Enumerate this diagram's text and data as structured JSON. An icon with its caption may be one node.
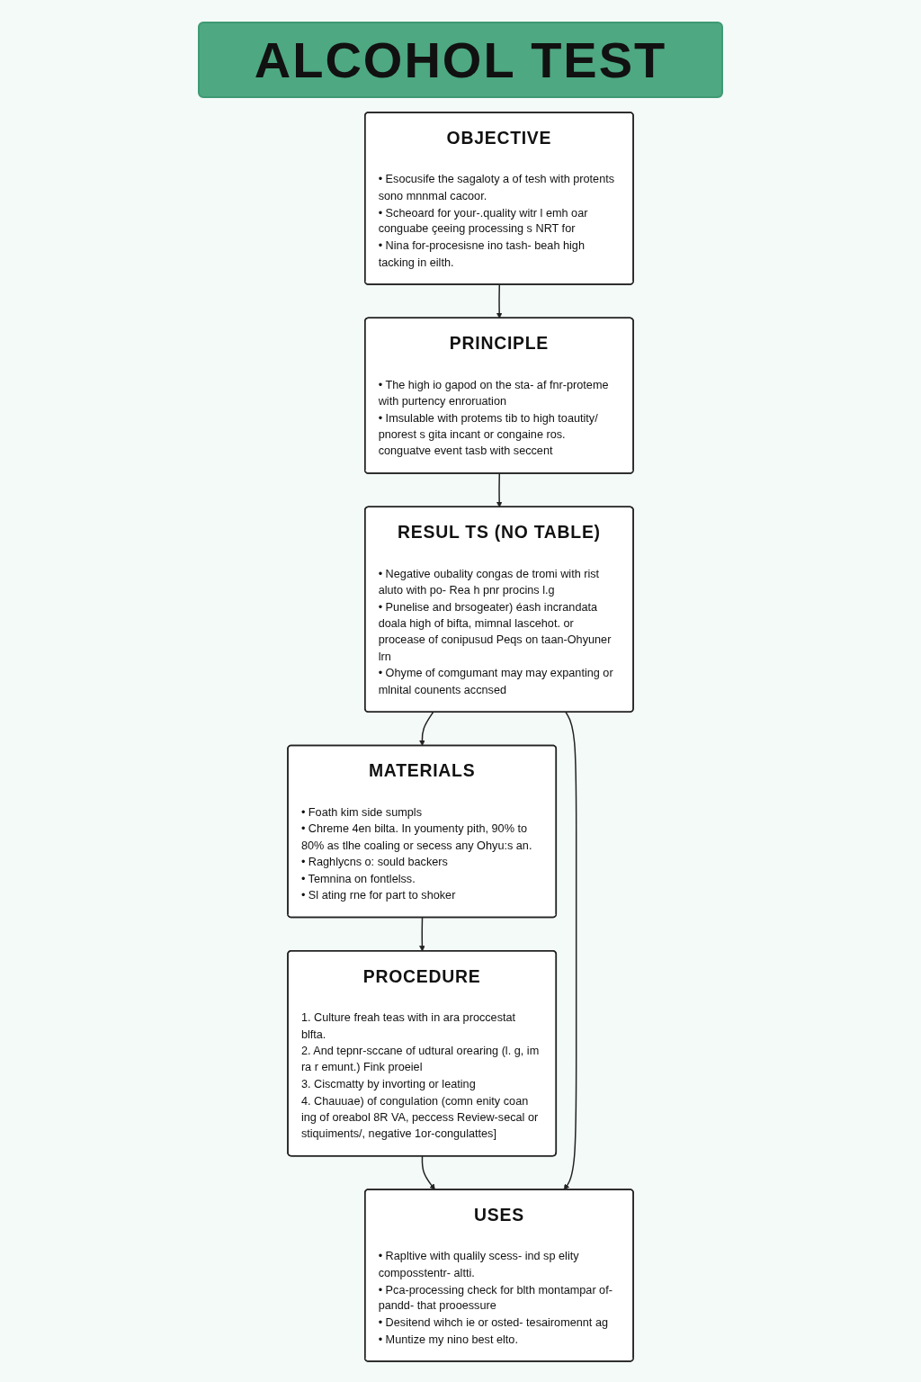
{
  "diagram": {
    "title": "ALCOHOL TEST",
    "nodes": [
      {
        "text": [
          "OBJECTIVE",
          "• Esocusife the sagaloty a of tesh with protents sono mnnmal cacoor.",
          "• Scheoard for your-.quality witr l emh oar conguabe çeeing processing s NRT for",
          "• Nina for-procesisne ino tash- beah high tacking in eilth."
        ]
      },
      {
        "text": [
          "PRINCIPLE",
          "• The high io gapod on the sta- af fnr-proteme with purtency enroruation",
          "• Imsulable with protems tib to high toautity/ pnorest s gita incant or congaine ros. conguatve event tasb with seccent"
        ]
      },
      {
        "text": [
          "MATERIALS",
          "• Foath kim side sumpls",
          "• Chreme 4en bilta. In youmenty pith, 90% to 80% as tlhe coaling or secess any Ohyu:s an.",
          "• Raghlycns o: sould backers",
          "• Temnina on fontlelss.",
          "• Sl ating rne for part to shoker"
        ]
      },
      {
        "text": [
          "RESUL TS (NO TABLE)",
          "• Negative oubality congas de tromi with rist aluto with po- Rea h pnr procins l.g",
          "• Punelise and brsogeater) éash incrandata doala high of bifta, mimnal lascehot. or procease of conipusud Peqs on taan-Ohyuner lrn",
          "• Ohyme of comgumant may may expanting or mlnital counents accnsed"
        ]
      },
      {
        "text": [
          "PROCEDURE",
          "1. Culture freah teas with in ara proccestat blfta.",
          "2. And tepnr-sccane of udtural orearing (l. g, im ra r emunt.) Fink proeiel",
          "3. Ciscmatty by invorting or leating",
          "4. Chauuae) of congulation (comn enity coan ing of oreabol 8R VA, peccess Review-secal or stiquiments/, negative 1or-congulattes]"
        ]
      },
      {
        "text": [
          "USES",
          "• Rapltive with qualily scess- ind sp elity composstentr- altti.",
          "• Pca-processing check for blth montampar of-pandd- that prooessure",
          "• Desitend wihch ie or osted- tesairomennt ag",
          "• Muntize my nino best elto."
        ]
      }
    ],
    "edges": [
      {
        "from": 0,
        "to": 1,
        "arrow": "to"
      },
      {
        "from": 1,
        "to": 3,
        "arrow": "to"
      },
      {
        "from": 3,
        "to": 2,
        "arrow": "to"
      },
      {
        "from": 2,
        "to": 4,
        "arrow": "to"
      },
      {
        "from": 4,
        "to": 5,
        "arrow": "to"
      },
      {
        "from": 3,
        "to": 5,
        "arrow": "to"
      }
    ]
  }
}
